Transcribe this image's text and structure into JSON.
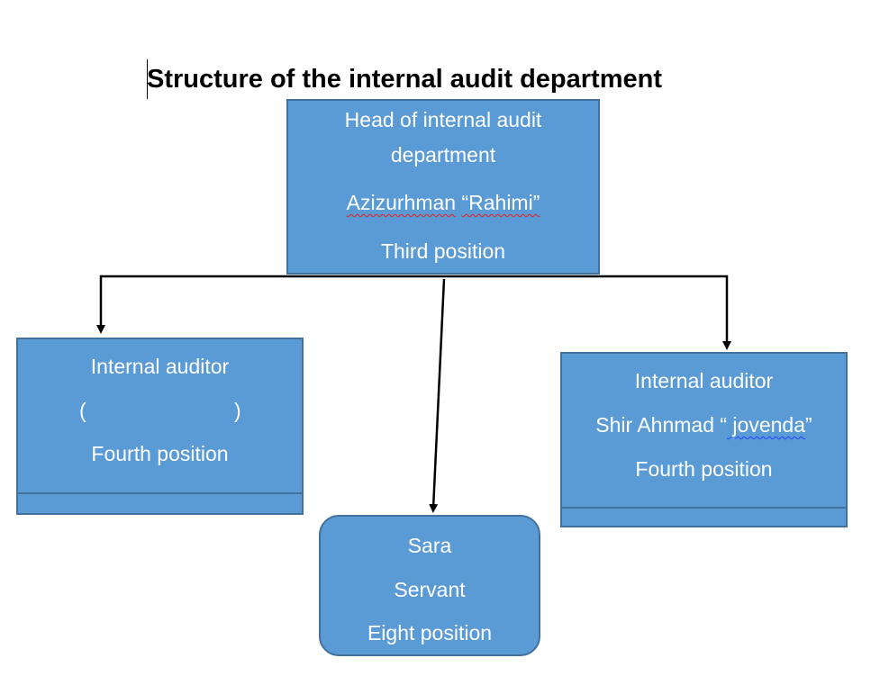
{
  "title": "Structure of the internal audit department",
  "head": {
    "role_line1": "Head of internal audit",
    "role_line2": "department",
    "name_first": "Azizurhman",
    "name_quoted": "“Rahimi”",
    "position": "Third position"
  },
  "left_auditor": {
    "role": "Internal auditor",
    "open_paren": "(",
    "close_paren": ")",
    "position": "Fourth position"
  },
  "right_auditor": {
    "role": "Internal auditor",
    "name_prefix": "Shir Ahnmad “",
    "name_squiggle": " jovenda",
    "name_suffix": "”",
    "position": "Fourth position"
  },
  "servant": {
    "name": "Sara",
    "role": "Servant",
    "position": "Eight position"
  },
  "colors": {
    "box_fill": "#5b9bd5",
    "box_border": "#41719c",
    "text": "#ffffff",
    "connector": "#000000"
  }
}
